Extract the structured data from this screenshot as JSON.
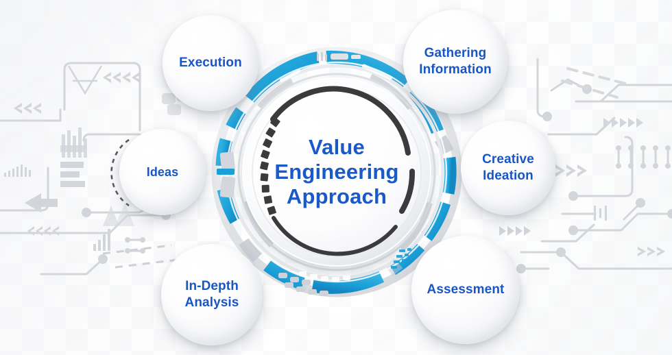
{
  "graphic": {
    "kind": "circular-process-diagram",
    "center": {
      "line1": "Value",
      "line2": "Engineering",
      "line3": "Approach",
      "text_color": "#1959c8"
    },
    "nodes": [
      {
        "id": "execution",
        "label": "Execution",
        "label_line1": "Execution",
        "label_line2": ""
      },
      {
        "id": "gathering",
        "label": "Gathering Information",
        "label_line1": "Gathering",
        "label_line2": "Information"
      },
      {
        "id": "creative",
        "label": "Creative Ideation",
        "label_line1": "Creative",
        "label_line2": "Ideation"
      },
      {
        "id": "assessment",
        "label": "Assessment",
        "label_line1": "Assessment",
        "label_line2": ""
      },
      {
        "id": "indepth",
        "label": "In-Depth Analysis",
        "label_line1": "In-Depth",
        "label_line2": "Analysis"
      },
      {
        "id": "ideas",
        "label": "Ideas",
        "label_line1": "Ideas",
        "label_line2": ""
      }
    ],
    "colors": {
      "accent_blue": "#1b9fd8",
      "accent_blue_dark": "#1489c4",
      "accent_blue_light": "#45b8e4",
      "label_blue": "#1856c6",
      "center_blue": "#1959c8",
      "dark_arc": "#3b3b3d",
      "ring_gray": "#c9ccd1",
      "bg_pattern_gray": "#d4d7dc",
      "background": "#ffffff"
    }
  }
}
